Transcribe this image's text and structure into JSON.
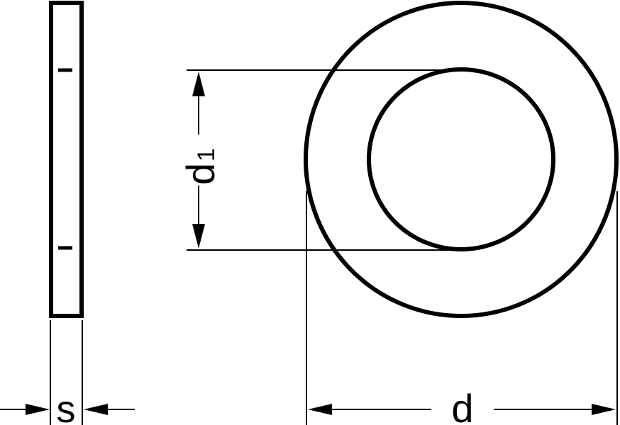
{
  "drawing": {
    "labels": {
      "thickness": "s",
      "inner_diameter": "d",
      "inner_diameter_subscript": "1",
      "outer_diameter": "d"
    },
    "colors": {
      "line": "#000000",
      "background": "#ffffff"
    }
  }
}
